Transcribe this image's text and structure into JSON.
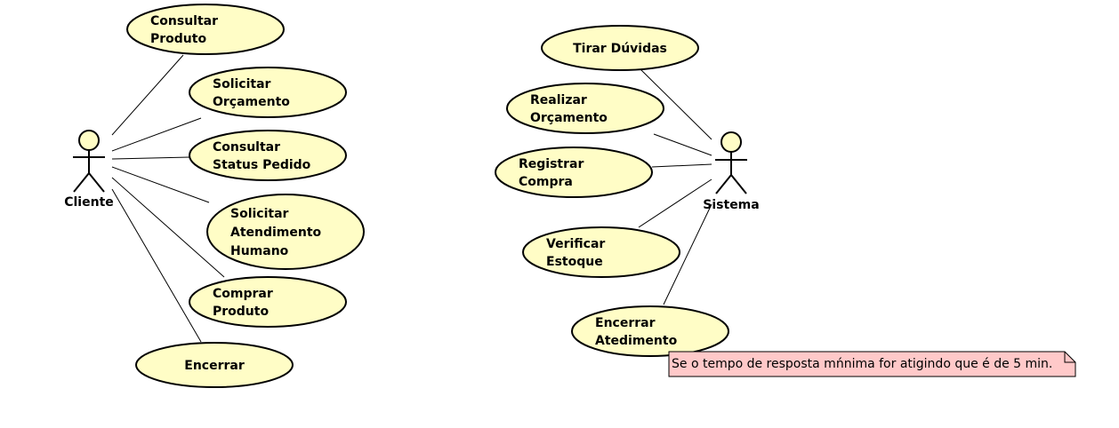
{
  "actors": {
    "cliente": "Cliente",
    "sistema": "Sistema"
  },
  "use_cases": {
    "consultar_produto": [
      "Consultar",
      "Produto"
    ],
    "solicitar_orcamento": [
      "Solicitar",
      "Orçamento"
    ],
    "consultar_status_pedido": [
      "Consultar",
      "Status Pedido"
    ],
    "solicitar_atendimento_humano": [
      "Solicitar",
      "Atendimento",
      "Humano"
    ],
    "comprar_produto": [
      "Comprar",
      "Produto"
    ],
    "encerrar": [
      "Encerrar"
    ],
    "tirar_duvidas": [
      "Tirar Dúvidas"
    ],
    "realizar_orcamento": [
      "Realizar",
      "Orçamento"
    ],
    "registrar_compra": [
      "Registrar",
      "Compra"
    ],
    "verificar_estoque": [
      "Verificar",
      "Estoque"
    ],
    "encerrar_atedimento": [
      "Encerrar",
      "Atedimento"
    ]
  },
  "note": {
    "text": "Se o tempo de resposta mńnima for atigindo que é de 5 min."
  },
  "colors": {
    "use_case_fill": "#fffdc6",
    "note_fill": "#ffc9c9",
    "stroke": "#000000"
  }
}
